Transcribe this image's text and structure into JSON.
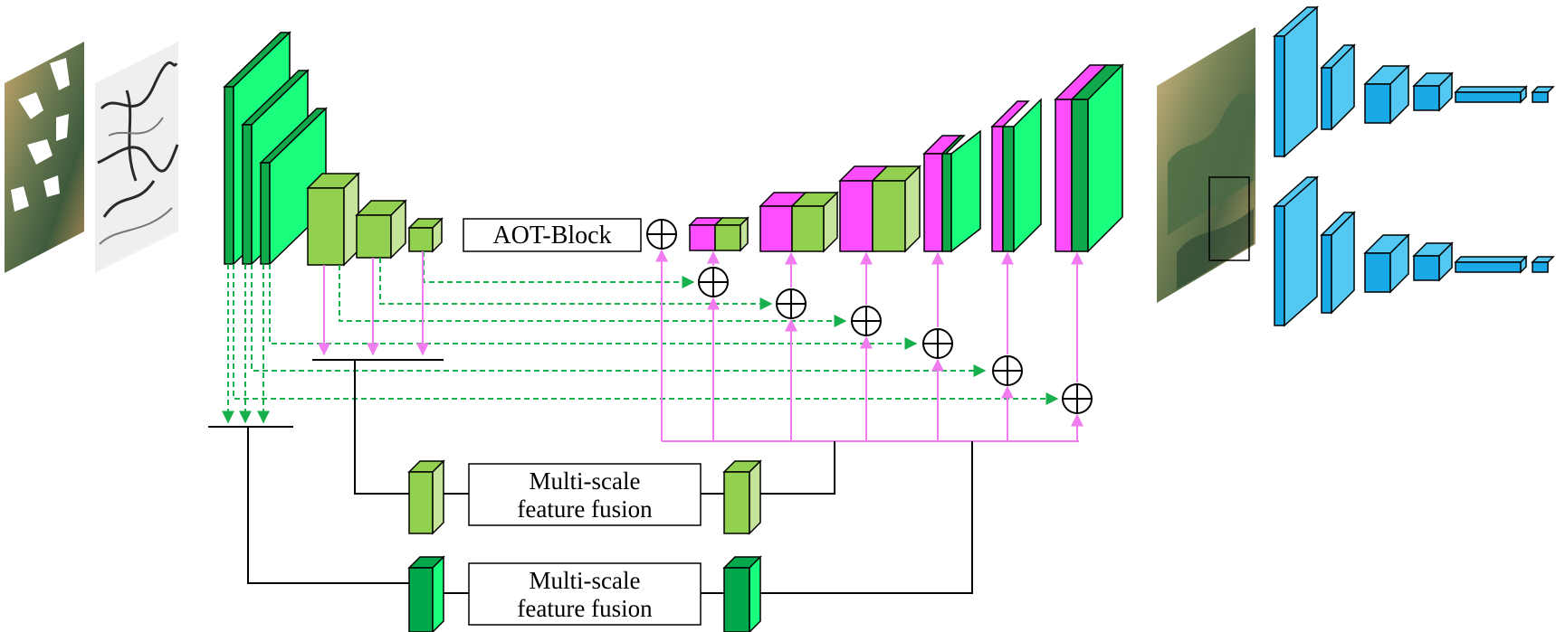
{
  "labels": {
    "aot_block": "AOT-Block",
    "fusion_top_line1": "Multi-scale",
    "fusion_top_line2": "feature fusion",
    "fusion_bottom_line1": "Multi-scale",
    "fusion_bottom_line2": "feature fusion"
  },
  "colors": {
    "encoder_dark_green": "#0fa84a",
    "encoder_light_green": "#19ff7d",
    "mid_green": "#92d050",
    "decoder_magenta": "#ff4dff",
    "discriminator_blue": "#18a9e6",
    "skip_arrow_green": "#18b04c",
    "upsample_arrow_pink": "#f07cf0",
    "fusion_block_dark": "#00a84c"
  },
  "icons": {
    "sum_node": "circle-plus-icon"
  }
}
